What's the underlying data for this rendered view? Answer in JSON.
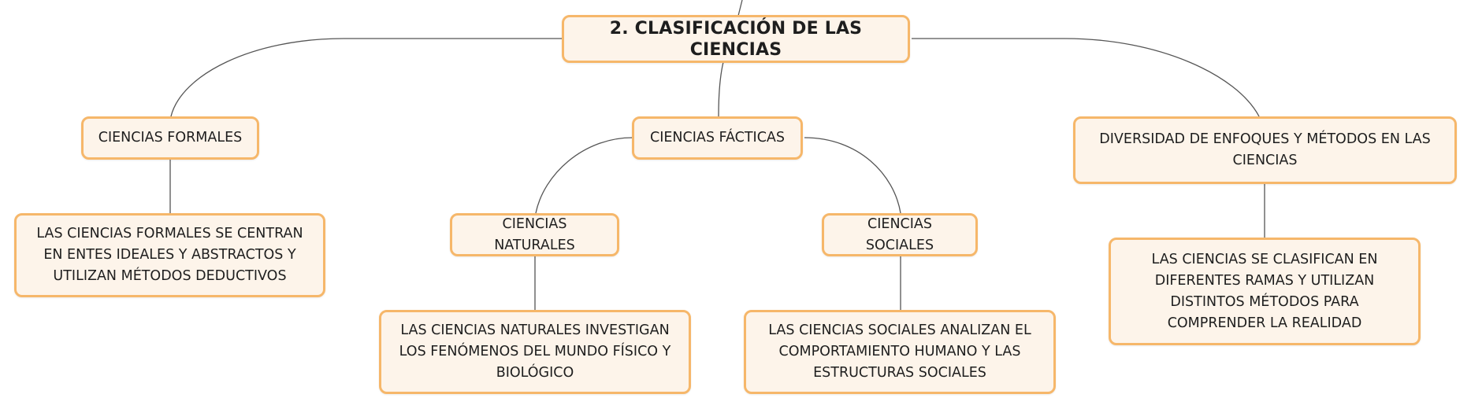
{
  "map": {
    "root": "2. CLASIFICACIÓN DE LAS CIENCIAS",
    "formales": {
      "title": "CIENCIAS FORMALES",
      "description": "LAS CIENCIAS FORMALES SE CENTRAN EN ENTES IDEALES Y ABSTRACTOS Y UTILIZAN MÉTODOS DEDUCTIVOS"
    },
    "facticas": {
      "title": "CIENCIAS FÁCTICAS",
      "naturales": {
        "title": "CIENCIAS NATURALES",
        "description": "LAS CIENCIAS NATURALES INVESTIGAN LOS FENÓMENOS DEL MUNDO FÍSICO Y BIOLÓGICO"
      },
      "sociales": {
        "title": "CIENCIAS SOCIALES",
        "description": "LAS CIENCIAS SOCIALES ANALIZAN EL COMPORTAMIENTO HUMANO Y LAS ESTRUCTURAS SOCIALES"
      }
    },
    "diversidad": {
      "title": "DIVERSIDAD DE ENFOQUES Y MÉTODOS EN LAS CIENCIAS",
      "description": "LAS CIENCIAS SE CLASIFICAN EN DIFERENTES RAMAS Y UTILIZAN DISTINTOS MÉTODOS PARA COMPRENDER LA REALIDAD"
    }
  },
  "colors": {
    "node_fill": "#fdf4ea",
    "node_border": "#f6b76a",
    "connector": "#555555",
    "text": "#1e1e1e"
  }
}
